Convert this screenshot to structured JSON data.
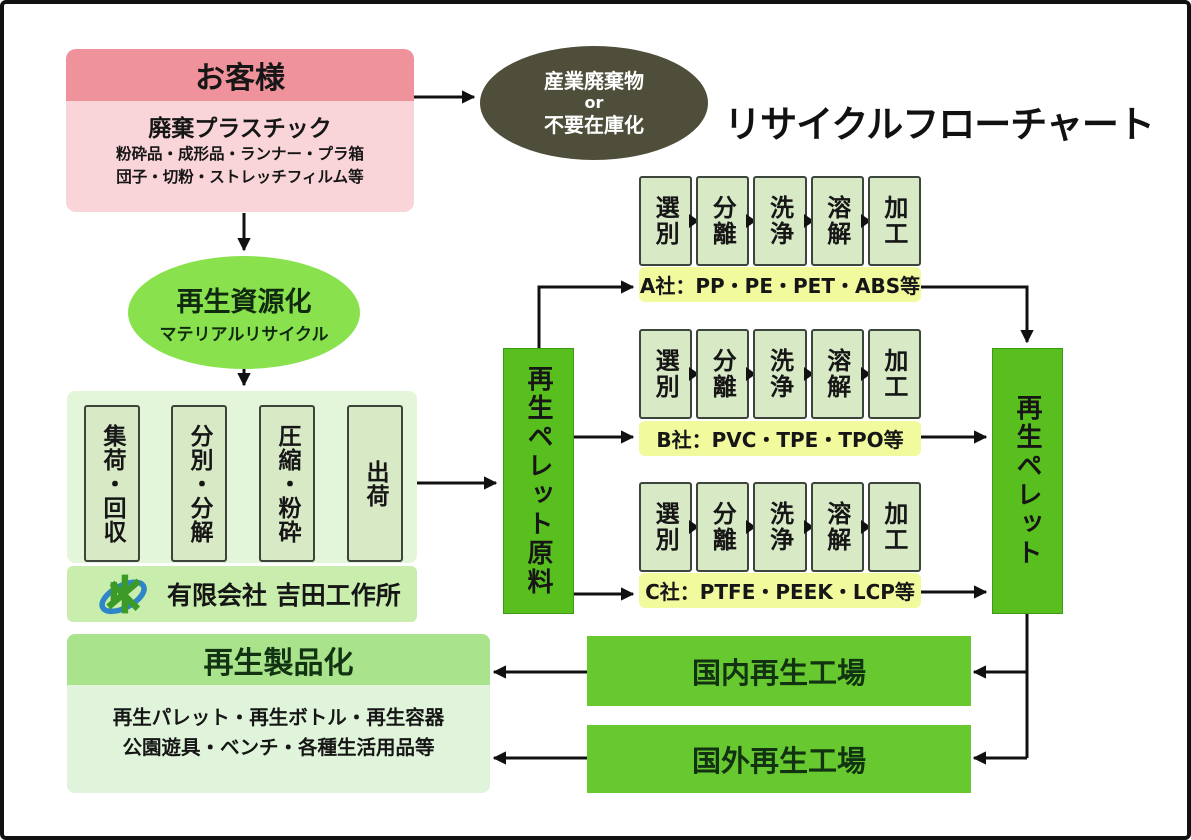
{
  "title": "リサイクルフローチャート",
  "customer": {
    "header": "お客様",
    "subheader": "廃棄プラスチック",
    "detail_line1": "粉砕品・成形品・ランナー・プラ箱",
    "detail_line2": "団子・切粉・ストレッチフィルム等"
  },
  "waste_ellipse": {
    "line1": "産業廃棄物",
    "line2": "or",
    "line3": "不要在庫化"
  },
  "recycle_ellipse": {
    "title": "再生資源化",
    "subtitle": "マテリアルリサイクル"
  },
  "collection_chain": {
    "steps": [
      "集荷・回収",
      "分別・分解",
      "圧縮・粉砕",
      "出荷"
    ]
  },
  "company": {
    "name": "有限会社 吉田工作所",
    "logo": "yoshida-bamboo-swoosh-logo"
  },
  "pellet_source_label": "再生ペレット原料",
  "pellet_label": "再生ペレット",
  "process_rows": [
    {
      "steps": [
        "選別",
        "分離",
        "洗浄",
        "溶解",
        "加工"
      ],
      "company_label": "A社：PP・PE・PET・ABS等"
    },
    {
      "steps": [
        "選別",
        "分離",
        "洗浄",
        "溶解",
        "加工"
      ],
      "company_label": "B社：PVC・TPE・TPO等"
    },
    {
      "steps": [
        "選別",
        "分離",
        "洗浄",
        "溶解",
        "加工"
      ],
      "company_label": "C社：PTFE・PEEK・LCP等"
    }
  ],
  "factories": {
    "domestic": "国内再生工場",
    "overseas": "国外再生工場"
  },
  "products": {
    "header": "再生製品化",
    "detail_line1": "再生パレット・再生ボトル・再生容器",
    "detail_line2": "公園遊具・ベンチ・各種生活用品等"
  },
  "edges": [
    {
      "from": "customer",
      "to": "industrial-waste-ellipse"
    },
    {
      "from": "customer",
      "to": "material-recycle-ellipse"
    },
    {
      "from": "material-recycle-ellipse",
      "to": "collection-chain"
    },
    {
      "from": "collection-chain",
      "to": "pellet-source"
    },
    {
      "from": "pellet-source",
      "to": "company-a-row"
    },
    {
      "from": "pellet-source",
      "to": "company-b-row"
    },
    {
      "from": "pellet-source",
      "to": "company-c-row"
    },
    {
      "from": "company-a-row",
      "to": "pellet"
    },
    {
      "from": "company-b-row",
      "to": "pellet"
    },
    {
      "from": "company-c-row",
      "to": "pellet"
    },
    {
      "from": "pellet",
      "to": "domestic-factory"
    },
    {
      "from": "pellet",
      "to": "overseas-factory"
    },
    {
      "from": "domestic-factory",
      "to": "recycled-products"
    },
    {
      "from": "overseas-factory",
      "to": "recycled-products"
    }
  ],
  "colors": {
    "bright_green": "#58BF1E",
    "factory_green": "#67C92F",
    "pale_green_panel": "#E4F6D9",
    "logo_strip_green": "#C8EDAC",
    "process_box_fill": "#D8E9C6",
    "process_box_border": "#3C463C",
    "label_strip_yellow": "#F2FA9E",
    "pink_header": "#F0929B",
    "pink_body": "#F9D5D9",
    "dark_ellipse": "#4F4E3B",
    "recycle_ellipse_green": "#89E24D",
    "products_header_green": "#A9E48D",
    "products_body_green": "#DFF4DA",
    "arrow_black": "#111111"
  }
}
